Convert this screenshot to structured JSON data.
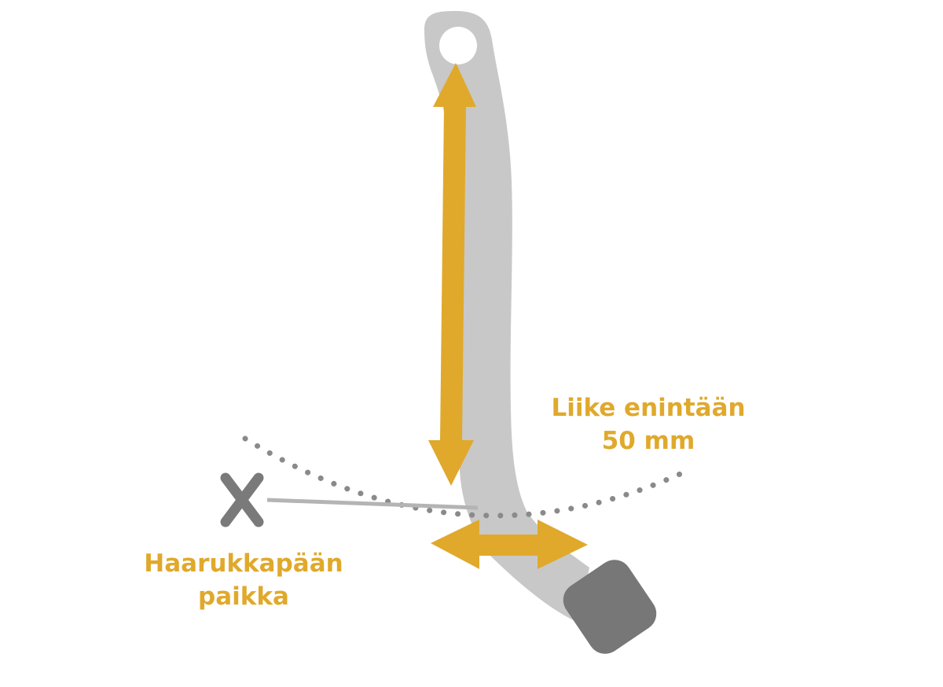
{
  "diagram": {
    "travel_label_line1": "Liike enintään",
    "travel_label_line2": "50 mm",
    "fork_label_line1": "Haarukkapään",
    "fork_label_line2": "paikka"
  },
  "colors": {
    "accent": "#e0a92c",
    "lever": "#c8c8c8",
    "pad": "#777777",
    "marker": "#7a7a7a",
    "guide": "#8a8a8a"
  },
  "icons": {
    "fork_position_marker": "x-mark-icon",
    "length_arrow": "double-arrow-vertical-icon",
    "travel_arrow": "double-arrow-horizontal-icon"
  }
}
